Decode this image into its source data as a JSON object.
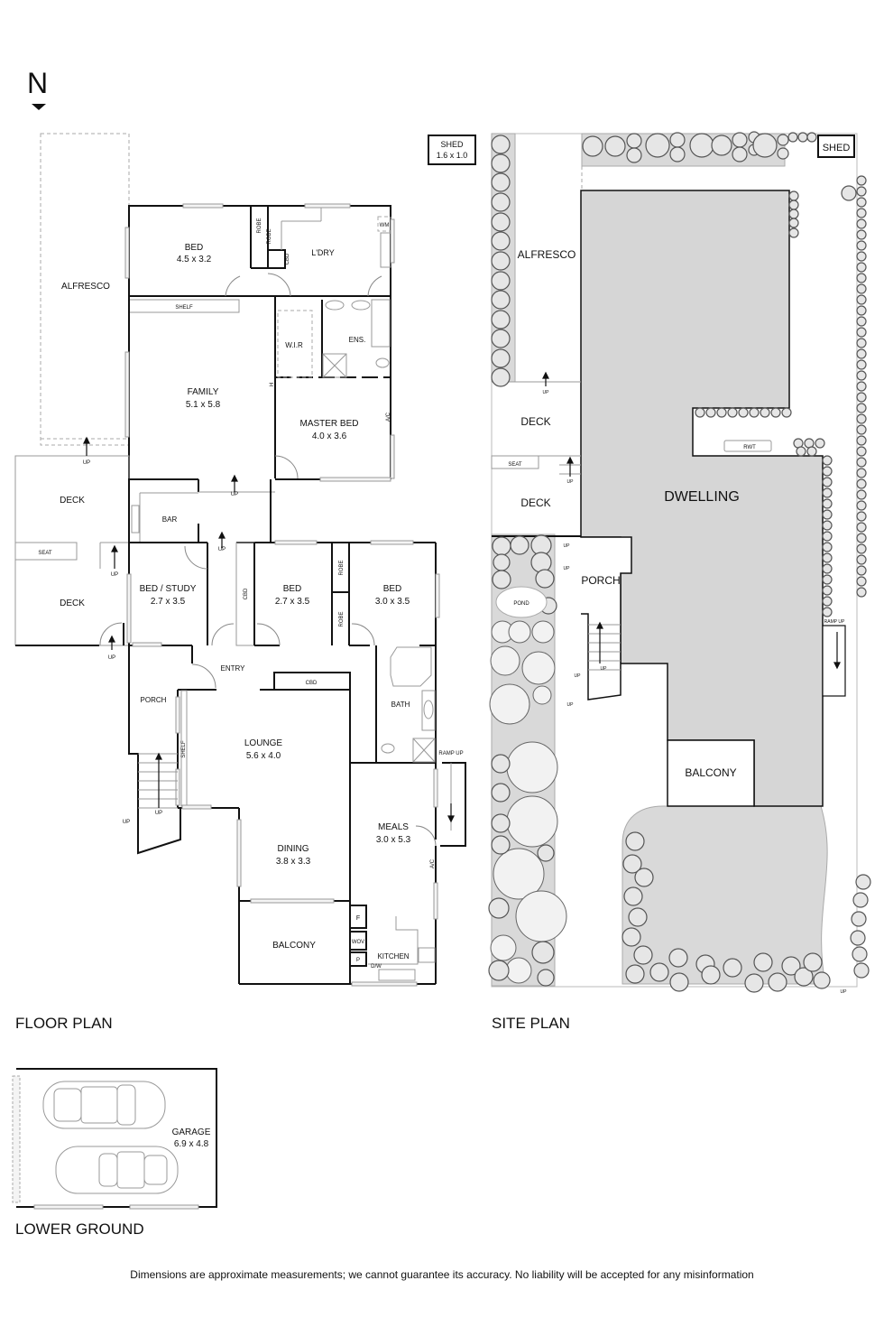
{
  "north": {
    "letter": "N"
  },
  "floor_plan": {
    "caption": "FLOOR PLAN",
    "rooms": {
      "alfresco": "ALFRESCO",
      "bed1_name": "BED",
      "bed1_size": "4.5 x 3.2",
      "robe1": "ROBE",
      "cbd1": "CBD",
      "laundry": "L'DRY",
      "wm": "WM",
      "shelf1": "SHELF",
      "family_name": "FAMILY",
      "family_size": "5.1 x 5.8",
      "wir": "W.I.R",
      "ens": "ENS.",
      "h": "H",
      "ac1": "A/C",
      "master_name": "MASTER BED",
      "master_size": "4.0 x 3.6",
      "deck_upper": "DECK",
      "deck_lower": "DECK",
      "seat": "SEAT",
      "bar": "BAR",
      "study_name": "BED / STUDY",
      "study_size": "2.7 x 3.5",
      "cbd2": "CBD",
      "bed2_name": "BED",
      "bed2_size": "2.7 x 3.5",
      "robe2": "ROBE",
      "robe3": "ROBE",
      "bed3_name": "BED",
      "bed3_size": "3.0 x 3.5",
      "entry": "ENTRY",
      "cbd3": "CBD",
      "porch": "PORCH",
      "shelf2": "SHELF",
      "lounge_name": "LOUNGE",
      "lounge_size": "5.6 x 4.0",
      "bath": "BATH",
      "ramp_up": "RAMP UP",
      "meals_name": "MEALS",
      "meals_size": "3.0 x 5.3",
      "ac2": "A/C",
      "dining_name": "DINING",
      "dining_size": "3.8 x 3.3",
      "balcony": "BALCONY",
      "f": "F",
      "wov": "WOV",
      "p": "P",
      "kitchen": "KITCHEN",
      "dw": "D/W"
    },
    "up_label": "UP",
    "shed_name": "SHED",
    "shed_size": "1.6 x 1.0"
  },
  "site_plan": {
    "caption": "SITE PLAN",
    "labels": {
      "alfresco": "ALFRESCO",
      "shed": "SHED",
      "deck1": "DECK",
      "deck2": "DECK",
      "seat": "SEAT",
      "dwelling": "DWELLING",
      "rwt": "RWT",
      "porch": "PORCH",
      "pond": "POND",
      "ramp_up": "RAMP UP",
      "balcony": "BALCONY",
      "up": "UP"
    }
  },
  "lower_ground": {
    "caption": "LOWER GROUND",
    "garage_name": "GARAGE",
    "garage_size": "6.9 x 4.8"
  },
  "disclaimer": "Dimensions are approximate measurements; we cannot guarantee its accuracy. No liability will be accepted for any misinformation"
}
